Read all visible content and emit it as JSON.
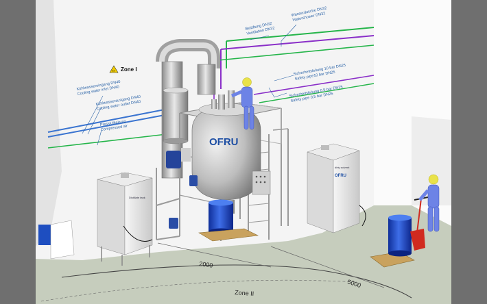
{
  "labels": {
    "belueftung_de": "Belüftung DN32",
    "belueftung_en": "Ventilation DN32",
    "wasser_de": "Wasserdusche DN32",
    "wasser_en": "Watershower DN32",
    "sicher10_de": "Sicherheitsleitung 10 bar DN25",
    "sicher10_en": "Safety pipe10 bar DN25",
    "sicher05_de": "Sicherheitsleitung 0,5 bar DN25",
    "sicher05_en": "Safety pipe 0,5 bar DN25",
    "kuehl_ein_de": "Kühlwassereingang DN40",
    "kuehl_ein_en": "Cooling water inlet DN40",
    "kuehl_aus_de": "Kühlwasserausgang DN40",
    "kuehl_aus_en": "Cooling water outlet DN40",
    "pressluft_de": "Pressluftleitung",
    "pressluft_en": "Compressed air",
    "zone1": "Zone I",
    "zone2": "Zone II",
    "dim_2000": "2000",
    "dim_5000": "5000",
    "brand": "OFRU",
    "tank_left": "Distillate tank",
    "tank_right": "dirty solvent"
  },
  "colors": {
    "pipe_blue": "#3a74d0",
    "pipe_green": "#25b54a",
    "pipe_purple": "#8a2fc8",
    "floor": "#c5ccbc",
    "wall": "#f2f2f2",
    "label_blue": "#2c64a8"
  }
}
